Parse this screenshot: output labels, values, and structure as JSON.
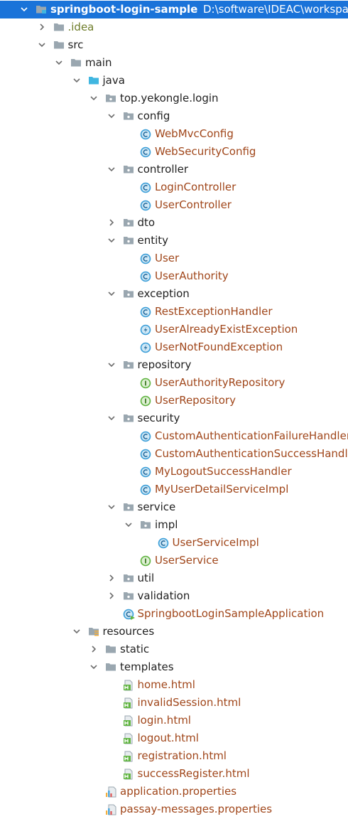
{
  "tree": [
    {
      "label": "springboot-login-sample",
      "path": "D:\\software\\IDEAC\\workspace\\springboot-login-sample",
      "depth": 0,
      "expanded": true,
      "icon": "module-folder-icon",
      "selected": true
    },
    {
      "label": ".idea",
      "depth": 1,
      "expanded": false,
      "icon": "folder-icon",
      "color": "olive"
    },
    {
      "label": "src",
      "depth": 1,
      "expanded": true,
      "icon": "folder-icon"
    },
    {
      "label": "main",
      "depth": 2,
      "expanded": true,
      "icon": "folder-icon"
    },
    {
      "label": "java",
      "depth": 3,
      "expanded": true,
      "icon": "source-folder-icon"
    },
    {
      "label": "top.yekongle.login",
      "depth": 4,
      "expanded": true,
      "icon": "package-icon"
    },
    {
      "label": "config",
      "depth": 5,
      "expanded": true,
      "icon": "package-icon"
    },
    {
      "label": "WebMvcConfig",
      "depth": 6,
      "icon": "class-icon",
      "color": "orange"
    },
    {
      "label": "WebSecurityConfig",
      "depth": 6,
      "icon": "class-icon",
      "color": "orange"
    },
    {
      "label": "controller",
      "depth": 5,
      "expanded": true,
      "icon": "package-icon"
    },
    {
      "label": "LoginController",
      "depth": 6,
      "icon": "class-icon",
      "color": "orange"
    },
    {
      "label": "UserController",
      "depth": 6,
      "icon": "class-icon",
      "color": "orange"
    },
    {
      "label": "dto",
      "depth": 5,
      "expanded": false,
      "icon": "package-icon"
    },
    {
      "label": "entity",
      "depth": 5,
      "expanded": true,
      "icon": "package-icon"
    },
    {
      "label": "User",
      "depth": 6,
      "icon": "class-icon",
      "color": "orange"
    },
    {
      "label": "UserAuthority",
      "depth": 6,
      "icon": "class-icon",
      "color": "orange"
    },
    {
      "label": "exception",
      "depth": 5,
      "expanded": true,
      "icon": "package-icon"
    },
    {
      "label": "RestExceptionHandler",
      "depth": 6,
      "icon": "class-icon",
      "color": "orange"
    },
    {
      "label": "UserAlreadyExistException",
      "depth": 6,
      "icon": "exception-class-icon",
      "color": "orange"
    },
    {
      "label": "UserNotFoundException",
      "depth": 6,
      "icon": "exception-class-icon",
      "color": "orange"
    },
    {
      "label": "repository",
      "depth": 5,
      "expanded": true,
      "icon": "package-icon"
    },
    {
      "label": "UserAuthorityRepository",
      "depth": 6,
      "icon": "interface-icon",
      "color": "orange"
    },
    {
      "label": "UserRepository",
      "depth": 6,
      "icon": "interface-icon",
      "color": "orange"
    },
    {
      "label": "security",
      "depth": 5,
      "expanded": true,
      "icon": "package-icon"
    },
    {
      "label": "CustomAuthenticationFailureHandler",
      "depth": 6,
      "icon": "class-icon",
      "color": "orange"
    },
    {
      "label": "CustomAuthenticationSuccessHandler",
      "depth": 6,
      "icon": "class-icon",
      "color": "orange"
    },
    {
      "label": "MyLogoutSuccessHandler",
      "depth": 6,
      "icon": "class-icon",
      "color": "orange"
    },
    {
      "label": "MyUserDetailServiceImpl",
      "depth": 6,
      "icon": "class-icon",
      "color": "orange"
    },
    {
      "label": "service",
      "depth": 5,
      "expanded": true,
      "icon": "package-icon"
    },
    {
      "label": "impl",
      "depth": 6,
      "expanded": true,
      "icon": "package-icon"
    },
    {
      "label": "UserServiceImpl",
      "depth": 7,
      "icon": "class-icon",
      "color": "orange"
    },
    {
      "label": "UserService",
      "depth": 6,
      "icon": "interface-icon",
      "color": "orange"
    },
    {
      "label": "util",
      "depth": 5,
      "expanded": false,
      "icon": "package-icon"
    },
    {
      "label": "validation",
      "depth": 5,
      "expanded": false,
      "icon": "package-icon"
    },
    {
      "label": "SpringbootLoginSampleApplication",
      "depth": 5,
      "icon": "spring-boot-class-icon",
      "color": "orange"
    },
    {
      "label": "resources",
      "depth": 3,
      "expanded": true,
      "icon": "resources-folder-icon"
    },
    {
      "label": "static",
      "depth": 4,
      "expanded": false,
      "icon": "folder-icon"
    },
    {
      "label": "templates",
      "depth": 4,
      "expanded": true,
      "icon": "folder-icon"
    },
    {
      "label": "home.html",
      "depth": 5,
      "icon": "html-file-icon",
      "color": "orange"
    },
    {
      "label": "invalidSession.html",
      "depth": 5,
      "icon": "html-file-icon",
      "color": "orange"
    },
    {
      "label": "login.html",
      "depth": 5,
      "icon": "html-file-icon",
      "color": "orange"
    },
    {
      "label": "logout.html",
      "depth": 5,
      "icon": "html-file-icon",
      "color": "orange"
    },
    {
      "label": "registration.html",
      "depth": 5,
      "icon": "html-file-icon",
      "color": "orange"
    },
    {
      "label": "successRegister.html",
      "depth": 5,
      "icon": "html-file-icon",
      "color": "orange"
    },
    {
      "label": "application.properties",
      "depth": 4,
      "icon": "properties-file-icon",
      "color": "orange"
    },
    {
      "label": "passay-messages.properties",
      "depth": 4,
      "icon": "properties-file-icon",
      "color": "orange"
    }
  ],
  "colors": {
    "selection": "#1a73d9",
    "file_text": "#a0461a",
    "excluded_text": "#6f7d2a",
    "class_icon": "#3d9fd8",
    "interface_icon": "#62b543",
    "folder": "#9aa7b0",
    "source_folder": "#40b6e0"
  }
}
